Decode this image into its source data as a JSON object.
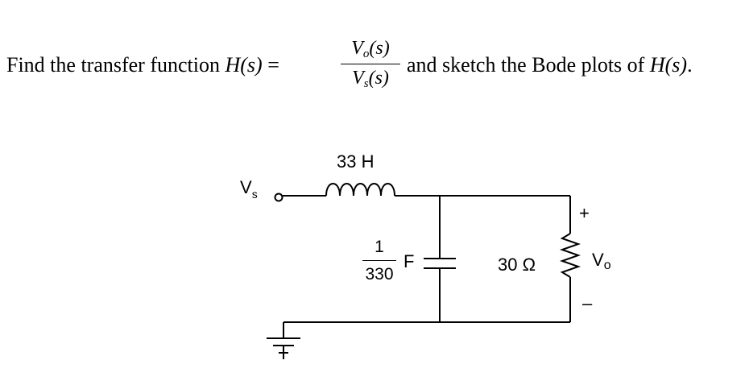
{
  "problem": {
    "lead_text": "Find the transfer function ",
    "h_symbol": "H(s)",
    "equals": " = ",
    "frac_num_main": "V",
    "frac_num_sub": "o",
    "frac_num_arg": "(s)",
    "frac_den_main": "V",
    "frac_den_sub": "s",
    "frac_den_arg": "(s)",
    "tail_text": "and sketch the Bode plots of ",
    "tail_symbol": "H(s)",
    "tail_end": "."
  },
  "circuit": {
    "source_label_main": "V",
    "source_label_sub": "s",
    "inductor_label": "33 H",
    "capacitor_num": "1",
    "capacitor_den": "330",
    "capacitor_unit": "F",
    "resistor_label": "30 Ω",
    "output_plus": "+",
    "output_minus": "–",
    "output_label_main": "V",
    "output_label_sub": "o"
  }
}
